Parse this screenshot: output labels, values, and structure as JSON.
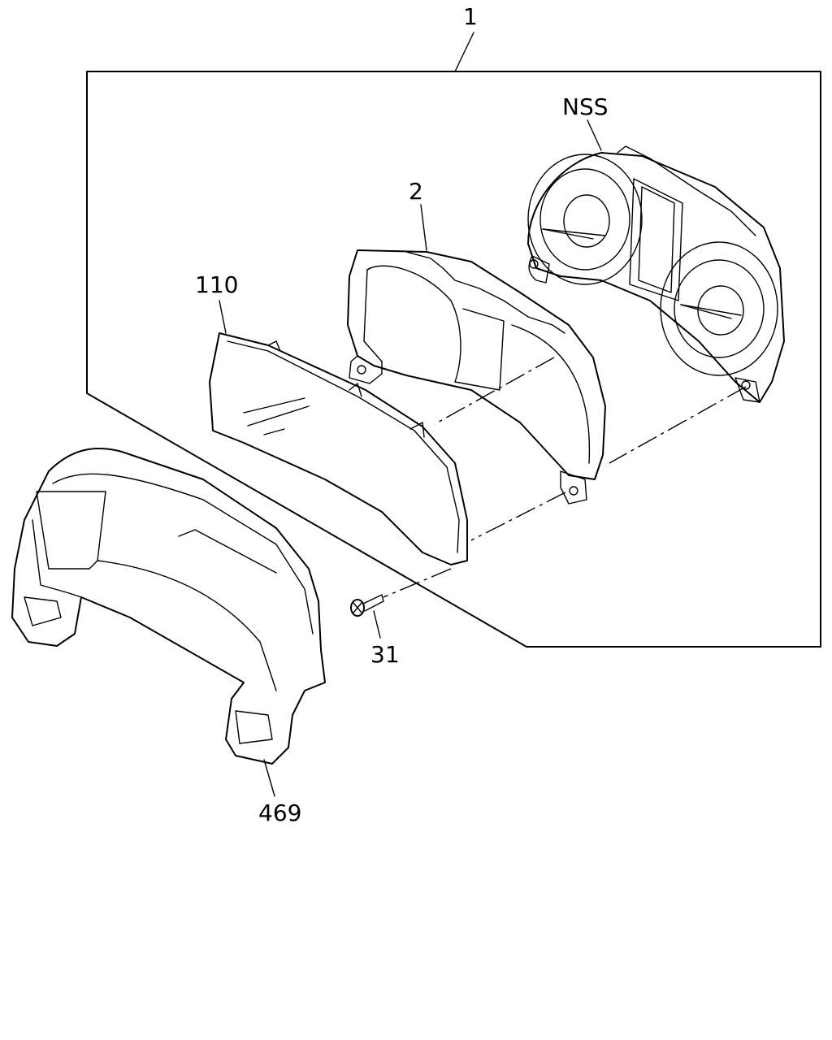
{
  "diagram": {
    "callouts": {
      "assembly": "1",
      "nss": "NSS",
      "case": "2",
      "lens": "110",
      "screw": "31",
      "bezel": "469"
    }
  }
}
